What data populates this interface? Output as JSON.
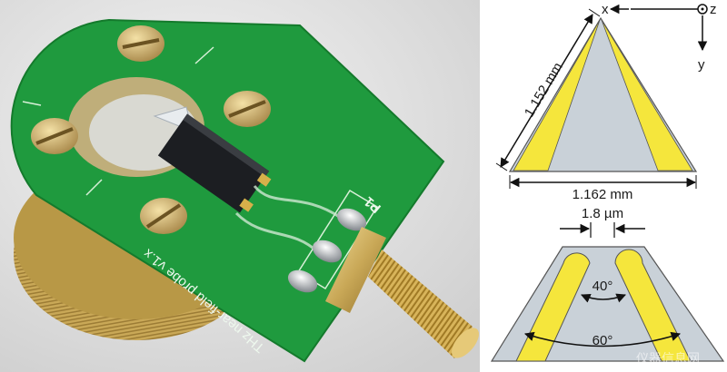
{
  "photo": {
    "pcb_label": "THz near-field probe v1.x",
    "port_label": "P1"
  },
  "axes": {
    "x_label": "x",
    "y_label": "y",
    "z_label": "z"
  },
  "tip_diagram": {
    "side_length": "1.152 mm",
    "base_width": "1.162 mm"
  },
  "gap_diagram": {
    "gap_width": "1.8 µm",
    "inner_angle": "40°",
    "outer_angle": "60°"
  },
  "watermark": "仪器信息网",
  "colors": {
    "pcb_green": "#1f9a3e",
    "electrode_yellow": "#f5e63c",
    "substrate_grey": "#c9d1d8",
    "brass": "#c9a857"
  }
}
